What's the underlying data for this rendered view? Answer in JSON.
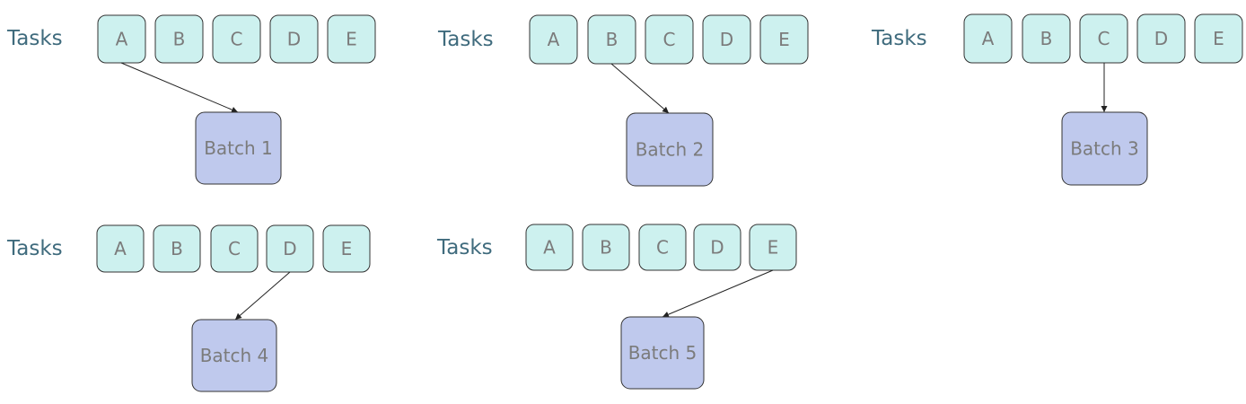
{
  "colors": {
    "task_fill": "#cdf1ef",
    "batch_fill": "#bfc9ed",
    "label_color": "#3f6b7d",
    "text_color": "#7b7b7b",
    "stroke": "#333333"
  },
  "groups": [
    {
      "label": "Tasks",
      "tasks": [
        "A",
        "B",
        "C",
        "D",
        "E"
      ],
      "batch": "Batch 1",
      "source_task": "A"
    },
    {
      "label": "Tasks",
      "tasks": [
        "A",
        "B",
        "C",
        "D",
        "E"
      ],
      "batch": "Batch 2",
      "source_task": "B"
    },
    {
      "label": "Tasks",
      "tasks": [
        "A",
        "B",
        "C",
        "D",
        "E"
      ],
      "batch": "Batch 3",
      "source_task": "C"
    },
    {
      "label": "Tasks",
      "tasks": [
        "A",
        "B",
        "C",
        "D",
        "E"
      ],
      "batch": "Batch 4",
      "source_task": "D"
    },
    {
      "label": "Tasks",
      "tasks": [
        "A",
        "B",
        "C",
        "D",
        "E"
      ],
      "batch": "Batch 5",
      "source_task": "E"
    }
  ]
}
